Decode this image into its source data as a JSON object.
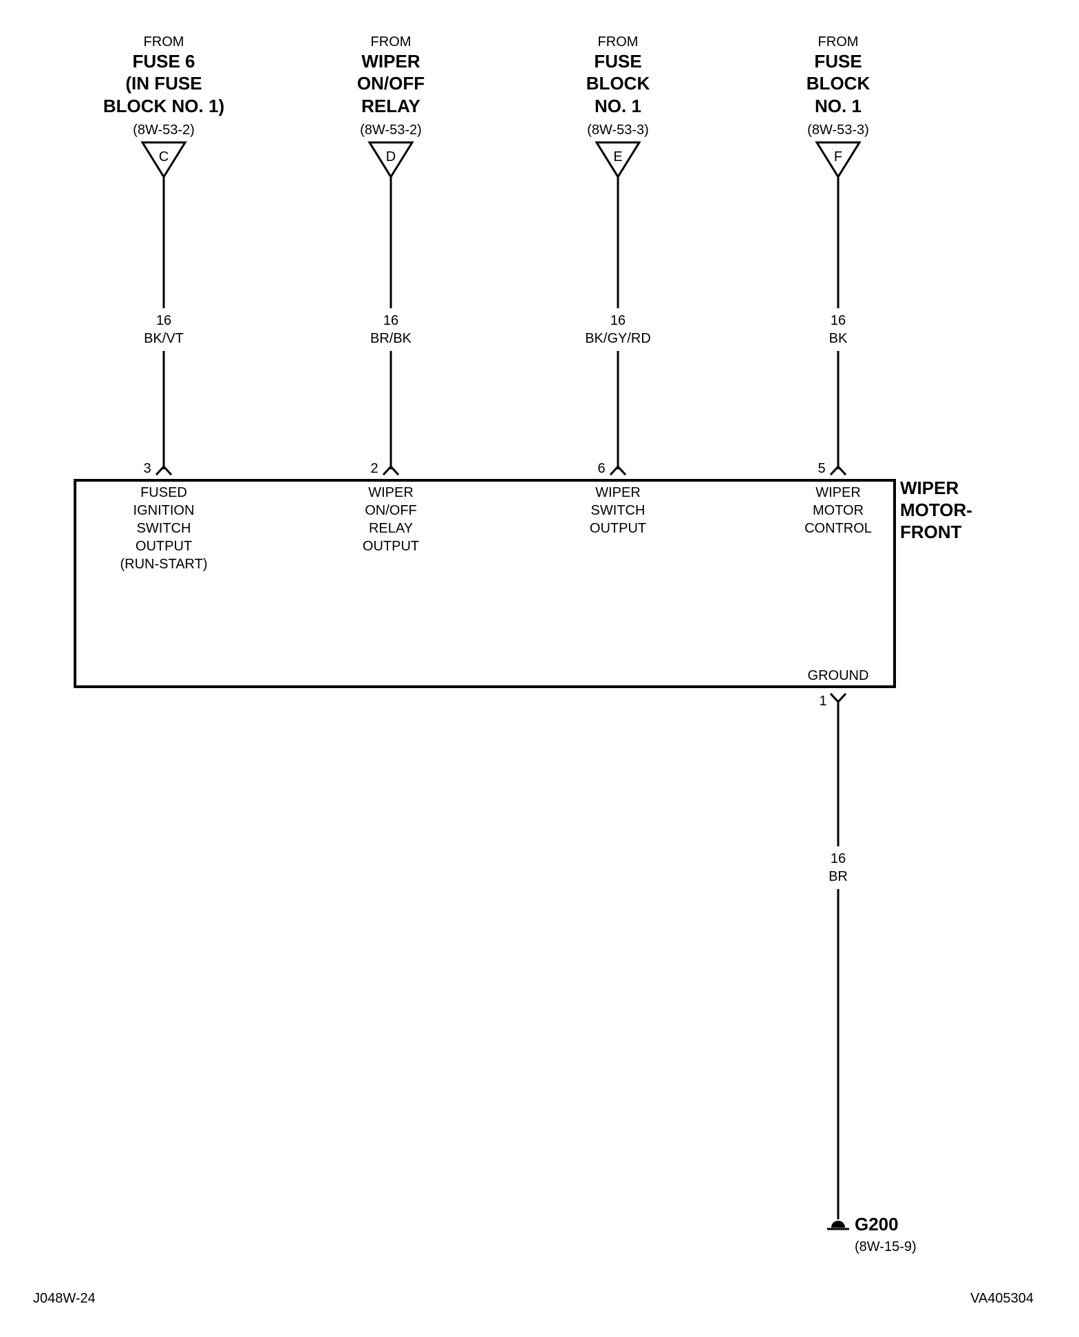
{
  "sources": [
    {
      "from": "FROM",
      "lines": [
        "FUSE 6",
        "(IN FUSE",
        "BLOCK NO. 1)"
      ],
      "ref": "(8W-53-2)",
      "connector": "C",
      "gauge": "16",
      "color": "BK/VT",
      "pin": "3",
      "function": [
        "FUSED",
        "IGNITION",
        "SWITCH",
        "OUTPUT",
        "(RUN-START)"
      ]
    },
    {
      "from": "FROM",
      "lines": [
        "WIPER",
        "ON/OFF",
        "RELAY"
      ],
      "ref": "(8W-53-2)",
      "connector": "D",
      "gauge": "16",
      "color": "BR/BK",
      "pin": "2",
      "function": [
        "WIPER",
        "ON/OFF",
        "RELAY",
        "OUTPUT"
      ]
    },
    {
      "from": "FROM",
      "lines": [
        "FUSE",
        "BLOCK",
        "NO. 1"
      ],
      "ref": "(8W-53-3)",
      "connector": "E",
      "gauge": "16",
      "color": "BK/GY/RD",
      "pin": "6",
      "function": [
        "WIPER",
        "SWITCH",
        "OUTPUT"
      ]
    },
    {
      "from": "FROM",
      "lines": [
        "FUSE",
        "BLOCK",
        "NO. 1"
      ],
      "ref": "(8W-53-3)",
      "connector": "F",
      "gauge": "16",
      "color": "BK",
      "pin": "5",
      "function": [
        "WIPER",
        "MOTOR",
        "CONTROL"
      ]
    }
  ],
  "component": {
    "name": [
      "WIPER",
      "MOTOR-",
      "FRONT"
    ]
  },
  "ground": {
    "label": "GROUND",
    "pin": "1",
    "gauge": "16",
    "color": "BR",
    "point": "G200",
    "ref": "(8W-15-9)"
  },
  "footer": {
    "left": "J048W-24",
    "right": "VA405304"
  }
}
